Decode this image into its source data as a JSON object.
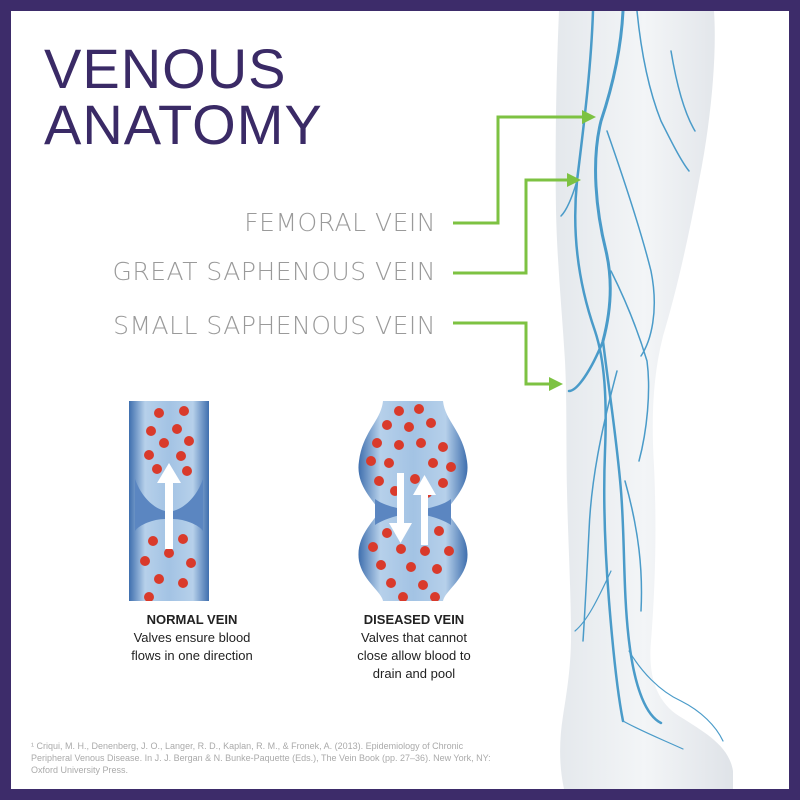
{
  "title": {
    "line1": "VENOUS",
    "line2": "ANATOMY"
  },
  "labels": {
    "femoral": "FEMORAL VEIN",
    "great_saphenous": "GREAT SAPHENOUS VEIN",
    "small_saphenous": "SMALL SAPHENOUS VEIN"
  },
  "normal_vein": {
    "heading": "NORMAL VEIN",
    "line1": "Valves ensure blood",
    "line2": "flows in one direction"
  },
  "diseased_vein": {
    "heading": "DISEASED VEIN",
    "line1": "Valves that cannot",
    "line2": "close allow blood to",
    "line3": "drain and pool"
  },
  "citation": "¹ Criqui, M. H., Denenberg, J. O., Langer, R. D., Kaplan, R. M., & Fronek, A. (2013). Epidemiology of Chronic Peripheral Venous Disease. In J. J. Bergan & N. Bunke-Paquette (Eds.), The Vein Book (pp. 27–36). New York, NY: Oxford University Press.",
  "colors": {
    "frame": "#3d2c6a",
    "title": "#3a2a66",
    "label": "#9a9a9a",
    "arrow": "#7dc242",
    "vein": "#4a9bc9",
    "blood_cell": "#d93a2b",
    "vessel_wall": "#5b86c1"
  }
}
